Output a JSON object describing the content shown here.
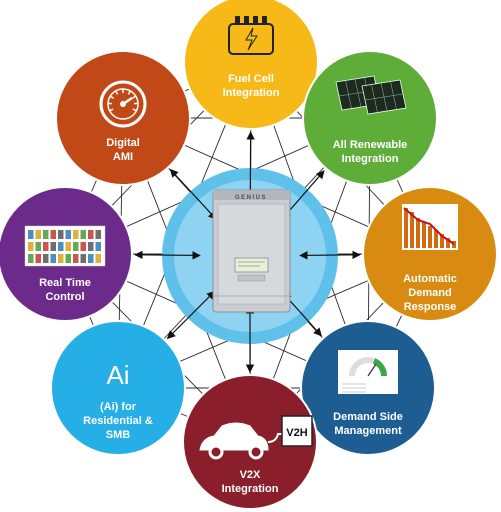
{
  "center": {
    "device_brand": "GENIUS",
    "color": "#8fd3f2",
    "ring_color": "#5fc0ea"
  },
  "nodes": [
    {
      "id": "fuel-cell",
      "label": "Fuel Cell\nIntegration",
      "color": "#f6b917",
      "icon": "fuel-cell-icon"
    },
    {
      "id": "renewable",
      "label": "All Renewable\nIntegration",
      "color": "#5fad39",
      "icon": "solar-panel-icon"
    },
    {
      "id": "demand-response",
      "label": "Automatic\nDemand\nResponse",
      "color": "#d98a10",
      "icon": "declining-bar-chart-icon"
    },
    {
      "id": "demand-side",
      "label": "Demand Side\nManagement",
      "color": "#1d5d92",
      "icon": "gauge-dashboard-icon"
    },
    {
      "id": "v2x",
      "label": "V2X\nIntegration",
      "color": "#8a1e2a",
      "icon": "car-charger-icon",
      "badge": "V2H"
    },
    {
      "id": "ai",
      "label": "(Ai) for\nResidential &\nSMB",
      "color": "#26aee6",
      "icon": "ai-icon",
      "big": "Ai"
    },
    {
      "id": "real-time",
      "label": "Real Time\nControl",
      "color": "#6c2a8a",
      "icon": "control-panel-icon"
    },
    {
      "id": "digital-ami",
      "label": "Digital\nAMI",
      "color": "#c14817",
      "icon": "speedometer-icon"
    }
  ]
}
